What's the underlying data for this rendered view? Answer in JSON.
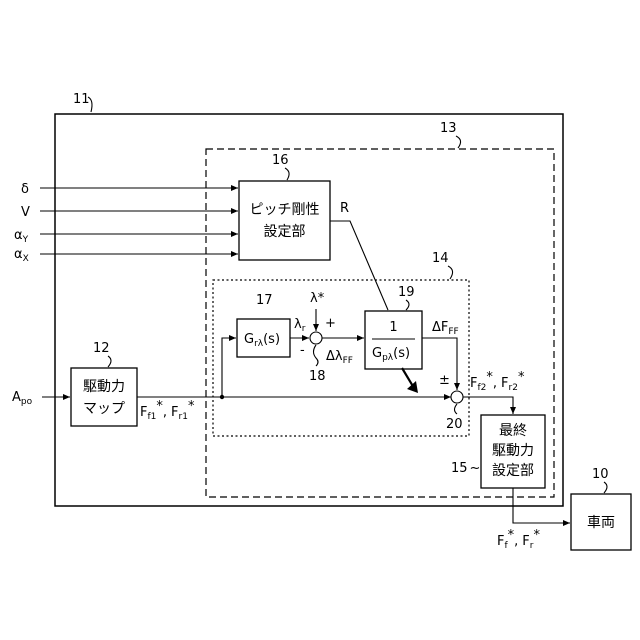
{
  "ref_numbers": {
    "controller": "11",
    "ff_unit": "13",
    "pitch_block": "16",
    "inner_unit": "14",
    "map_block": "12",
    "filter_block": "17",
    "plant_inverse_block": "19",
    "summer_1": "18",
    "summer_2": "20",
    "final_block": "15",
    "vehicle": "10"
  },
  "inputs": {
    "delta": "δ",
    "v": "V",
    "alpha_y_base": "α",
    "alpha_y_sub": "Y",
    "alpha_x_base": "α",
    "alpha_x_sub": "X",
    "apo_base": "A",
    "apo_sub": "po"
  },
  "blocks": {
    "pitch_line1": "ピッチ剛性",
    "pitch_line2": "設定部",
    "map_line1": "駆動力",
    "map_line2": "マップ",
    "filter_base": "G",
    "filter_sub": "rλ",
    "filter_arg": "(s)",
    "inverse_num": "1",
    "inverse_base": "G",
    "inverse_sub": "pλ",
    "inverse_arg": "(s)",
    "final_line1": "最終",
    "final_line2": "駆動力",
    "final_line3": "設定部",
    "vehicle": "車両"
  },
  "signals": {
    "r": "R",
    "lambda_star": "λ*",
    "lambda_r_base": "λ",
    "lambda_r_sub": "r",
    "plus": "+",
    "minus": "-",
    "plus_minus": "±",
    "dl_ff_base": "Δλ",
    "dl_ff_sub": "FF",
    "df_ff_base": "ΔF",
    "df_ff_sub": "FF",
    "map_out_a_base": "F",
    "map_out_a_sub": "f1",
    "map_out_b_base": "F",
    "map_out_b_sub": "r1",
    "ff_out_a_base": "F",
    "ff_out_a_sub": "f2",
    "ff_out_b_base": "F",
    "ff_out_b_sub": "r2",
    "final_out_a_base": "F",
    "final_out_a_sub": "f",
    "final_out_b_base": "F",
    "final_out_b_sub": "r",
    "star": "*",
    "separator": ",",
    "tilde": "~"
  }
}
